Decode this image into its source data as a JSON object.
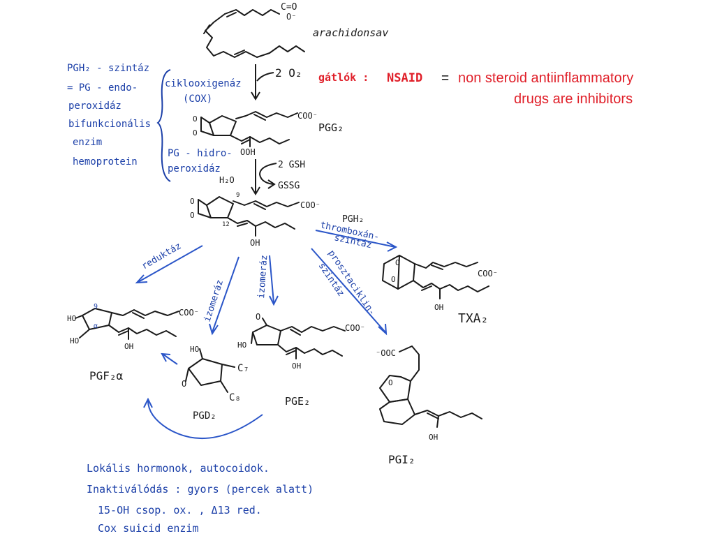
{
  "colors": {
    "ink": "#1a1a1a",
    "blue": "#1b3fa8",
    "red": "#e0202a"
  },
  "top": {
    "arachidonic": "arachidonsav",
    "carboxyl": "C=O",
    "carboxyl_o": "O⁻"
  },
  "cox": {
    "name_line1": "ciklooxigenáz",
    "name_line2": "(COX)",
    "reagent": "2 O₂"
  },
  "synthase_notes": [
    "PGH₂ - szintáz",
    "= PG - endo-",
    "peroxidáz",
    "bifunkcionális",
    "enzim",
    "hemoprotein"
  ],
  "inhibitors": {
    "label": "gátlók :",
    "nsaid": "NSAID",
    "eq": "=",
    "line1": "non steroid antiinflammatory",
    "line2": "drugs are inhibitors"
  },
  "pgg2": {
    "label": "PGG₂",
    "ooh": "OOH",
    "coo": "COO⁻"
  },
  "hydroperox": {
    "line1": "PG - hidro-",
    "line2": "peroxidáz",
    "gsh": "2 GSH",
    "gssg": "GSSG",
    "water": "H₂O"
  },
  "pgh2": {
    "label": "PGH₂",
    "c9": "9",
    "c12": "12",
    "oh": "OH",
    "coo": "COO⁻"
  },
  "enzymes": {
    "reductase": "reduktáz",
    "isomerase1": "izomeráz",
    "isomerase2": "izomeráz",
    "txsynth1": "thromboxán-",
    "txsynth2": "szintáz",
    "pgisynth1": "prosztaciklin-",
    "pgisynth2": "szintáz"
  },
  "products": {
    "pgf2a": "PGF₂α",
    "pgd2": "PGD₂",
    "pge2": "PGE₂",
    "txa2": "TXA₂",
    "pgi2": "PGI₂",
    "pgd2_c7": "C₇",
    "pgd2_c8": "C₈",
    "ho": "HO",
    "oh": "OH",
    "o": "O",
    "coo": "COO⁻",
    "ooc": "⁻OOC",
    "alpha": "α",
    "nine": "9"
  },
  "notes": [
    "Lokális hormonok, autocoidok.",
    "Inaktiválódás : gyors (percek alatt)",
    "15-OH csop. ox. , Δ13 red.",
    "Cox   suicid   enzim"
  ]
}
